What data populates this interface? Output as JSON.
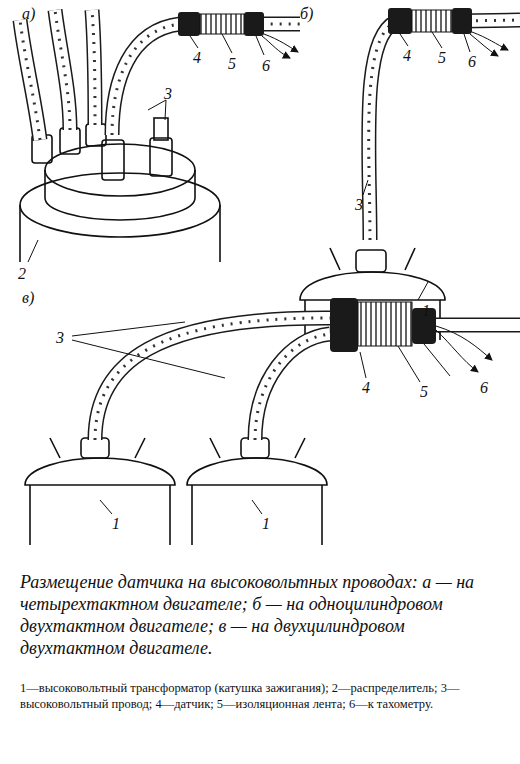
{
  "diagram": {
    "caption": "Размещение датчика на высоковольтных проводах: а — на четырехтактном двигателе; б — на одноцилиндровом двухтактном двигателе; в — на двухцилиндровом двухтактном двигателе.",
    "labels": [
      "а)",
      "б)",
      "4",
      "5",
      "6",
      "3",
      "2",
      "4",
      "5",
      "6",
      "3",
      "1",
      "в)",
      "3",
      "4",
      "5",
      "6",
      "1",
      "1",
      "1—высоковольтный трансформатор (катушка зажигания);",
      "2—распределитель;",
      "3—высоковольтный провод;",
      "4—датчик;",
      "5—изоляционная лента;",
      "6—к тахометру."
    ]
  }
}
